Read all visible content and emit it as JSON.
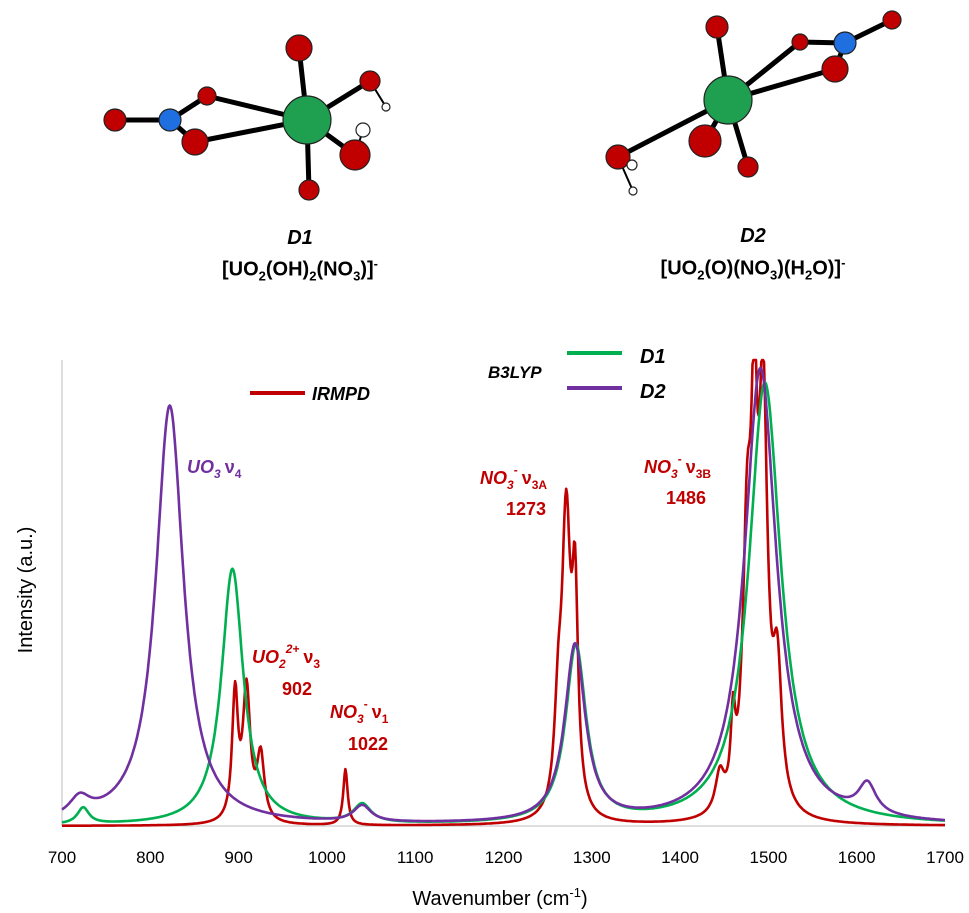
{
  "molecules": [
    {
      "name": "D1",
      "formula_parts": [
        "[UO",
        "2",
        "(OH)",
        "2",
        "(NO",
        "3",
        ")]",
        "-"
      ]
    },
    {
      "name": "D2",
      "formula_parts": [
        "[UO",
        "2",
        "(O)(NO",
        "3",
        ")(H",
        "2",
        "O)]",
        "-"
      ]
    }
  ],
  "colors": {
    "irmpd": "#c00000",
    "d1": "#00b050",
    "d2": "#7030a0",
    "uranium": "#1fa050",
    "oxygen": "#c00000",
    "nitrogen": "#1f6fe0",
    "hydrogen": "#ffffff"
  },
  "legend": {
    "irmpd_label": "IRMPD",
    "method_label": "B3LYP",
    "d1_label": "D1",
    "d2_label": "D2"
  },
  "annotations": [
    {
      "label_main": "UO",
      "label_sub": "3",
      "label_sup": "",
      "mode": "ν",
      "mode_sub": "4",
      "value": "",
      "color": "d2"
    },
    {
      "label_main": "UO",
      "label_sub": "2",
      "label_sup": "2+",
      "mode": "ν",
      "mode_sub": "3",
      "value": "902",
      "color": "irmpd"
    },
    {
      "label_main": "NO",
      "label_sub": "3",
      "label_sup": "-",
      "mode": "ν",
      "mode_sub": "1",
      "value": "1022",
      "color": "irmpd"
    },
    {
      "label_main": "NO",
      "label_sub": "3",
      "label_sup": "-",
      "mode": "ν",
      "mode_sub": "3A",
      "value": "1273",
      "color": "irmpd"
    },
    {
      "label_main": "NO",
      "label_sub": "3",
      "label_sup": "-",
      "mode": "ν",
      "mode_sub": "3B",
      "value": "1486",
      "color": "irmpd"
    }
  ],
  "chart_data": {
    "type": "line",
    "xlabel_main": "Wavenumber (cm",
    "xlabel_sup": "-1",
    "xlabel_end": ")",
    "ylabel": "Intensity (a.u.)",
    "xlim": [
      700,
      1700
    ],
    "ylim": [
      0,
      1
    ],
    "xticks": [
      700,
      800,
      900,
      1000,
      1100,
      1200,
      1300,
      1400,
      1500,
      1600,
      1700
    ],
    "grid": false,
    "legend_position": "top-center",
    "series": [
      {
        "name": "IRMPD",
        "color_key": "irmpd",
        "peaks": [
          {
            "center": 896,
            "height": 0.27,
            "width": 4
          },
          {
            "center": 909,
            "height": 0.28,
            "width": 5
          },
          {
            "center": 925,
            "height": 0.14,
            "width": 5
          },
          {
            "center": 1021,
            "height": 0.12,
            "width": 3
          },
          {
            "center": 1271,
            "height": 0.62,
            "width": 6
          },
          {
            "center": 1281,
            "height": 0.43,
            "width": 4
          },
          {
            "center": 1262,
            "height": 0.18,
            "width": 5
          },
          {
            "center": 1460,
            "height": 0.16,
            "width": 3
          },
          {
            "center": 1476,
            "height": 0.55,
            "width": 6
          },
          {
            "center": 1484,
            "height": 0.66,
            "width": 4
          },
          {
            "center": 1494,
            "height": 0.85,
            "width": 6
          },
          {
            "center": 1510,
            "height": 0.28,
            "width": 6
          },
          {
            "center": 1445,
            "height": 0.08,
            "width": 6
          }
        ]
      },
      {
        "name": "D1",
        "color_key": "d1",
        "peaks": [
          {
            "center": 724,
            "height": 0.035,
            "width": 8
          },
          {
            "center": 893,
            "height": 0.55,
            "width": 15
          },
          {
            "center": 1040,
            "height": 0.04,
            "width": 12
          },
          {
            "center": 1282,
            "height": 0.38,
            "width": 14
          },
          {
            "center": 1496,
            "height": 0.95,
            "width": 22
          }
        ]
      },
      {
        "name": "D2",
        "color_key": "d2",
        "peaks": [
          {
            "center": 720,
            "height": 0.04,
            "width": 14
          },
          {
            "center": 822,
            "height": 0.9,
            "width": 19
          },
          {
            "center": 1040,
            "height": 0.035,
            "width": 12
          },
          {
            "center": 1281,
            "height": 0.38,
            "width": 14
          },
          {
            "center": 1491,
            "height": 0.98,
            "width": 22
          },
          {
            "center": 1612,
            "height": 0.065,
            "width": 12
          }
        ]
      }
    ]
  }
}
